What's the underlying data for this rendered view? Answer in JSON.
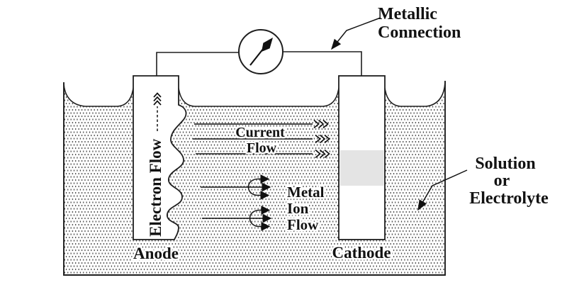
{
  "labels": {
    "metallic_connection": [
      "Metallic",
      "Connection"
    ],
    "solution_electrolyte": [
      "Solution",
      "or",
      "Electrolyte"
    ],
    "anode": "Anode",
    "cathode": "Cathode",
    "electron_flow": "Electron Flow",
    "current_flow": [
      "Current",
      "Flow"
    ],
    "metal_ion_flow": [
      "Metal",
      "Ion",
      "Flow"
    ]
  },
  "colors": {
    "ink": "#111111",
    "background": "#ffffff"
  }
}
